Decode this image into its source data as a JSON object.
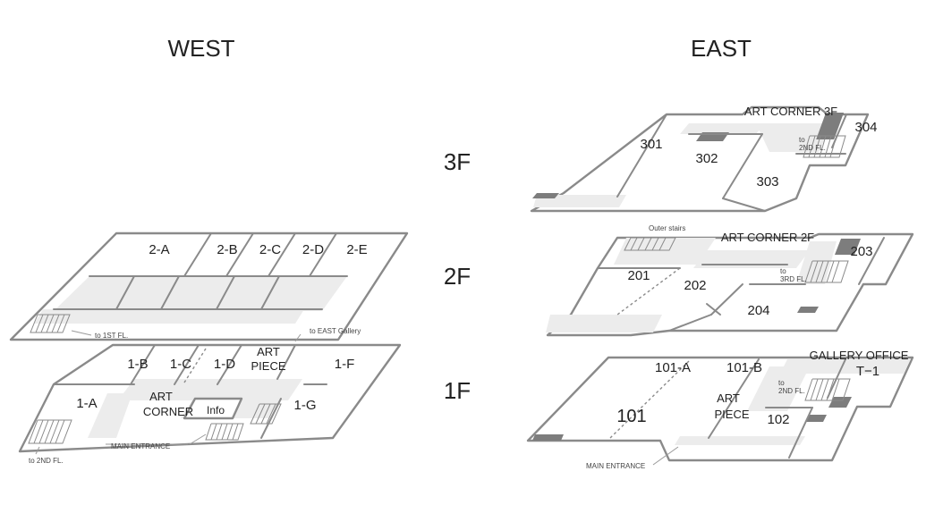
{
  "headings": {
    "west": "WEST",
    "east": "EAST"
  },
  "floors": {
    "f3": "3F",
    "f2": "2F",
    "f1": "1F"
  },
  "west": {
    "second_floor": {
      "rooms": [
        "2-A",
        "2-B",
        "2-C",
        "2-D",
        "2-E"
      ],
      "to_first": "to 1ST FL.",
      "to_east_gallery": "to EAST Gallery"
    },
    "first_floor": {
      "rooms": [
        "1-A",
        "1-B",
        "1-C",
        "1-D",
        "1-F",
        "1-G"
      ],
      "art_piece": [
        "ART",
        "PIECE"
      ],
      "art_corner": [
        "ART",
        "CORNER"
      ],
      "info": "Info",
      "main_entrance": "MAIN ENTRANCE",
      "to_second": "to 2ND FL."
    }
  },
  "east": {
    "third_floor": {
      "rooms": [
        "301",
        "302",
        "303",
        "304"
      ],
      "art_corner": "ART CORNER 3F",
      "to_second": [
        "to",
        "2ND FL."
      ]
    },
    "second_floor": {
      "rooms": [
        "201",
        "202",
        "203",
        "204"
      ],
      "art_corner": "ART CORNER 2F",
      "outer_stairs": "Outer stairs",
      "to_third": [
        "to",
        "3RD FL."
      ]
    },
    "first_floor": {
      "rooms": [
        "101-A",
        "101-B",
        "101",
        "102"
      ],
      "art_piece": [
        "ART",
        "PIECE"
      ],
      "gallery_office": "GALLERY OFFICE",
      "office_room": "T−1",
      "to_second": [
        "to",
        "2ND FL."
      ],
      "main_entrance": "MAIN ENTRANCE"
    }
  }
}
